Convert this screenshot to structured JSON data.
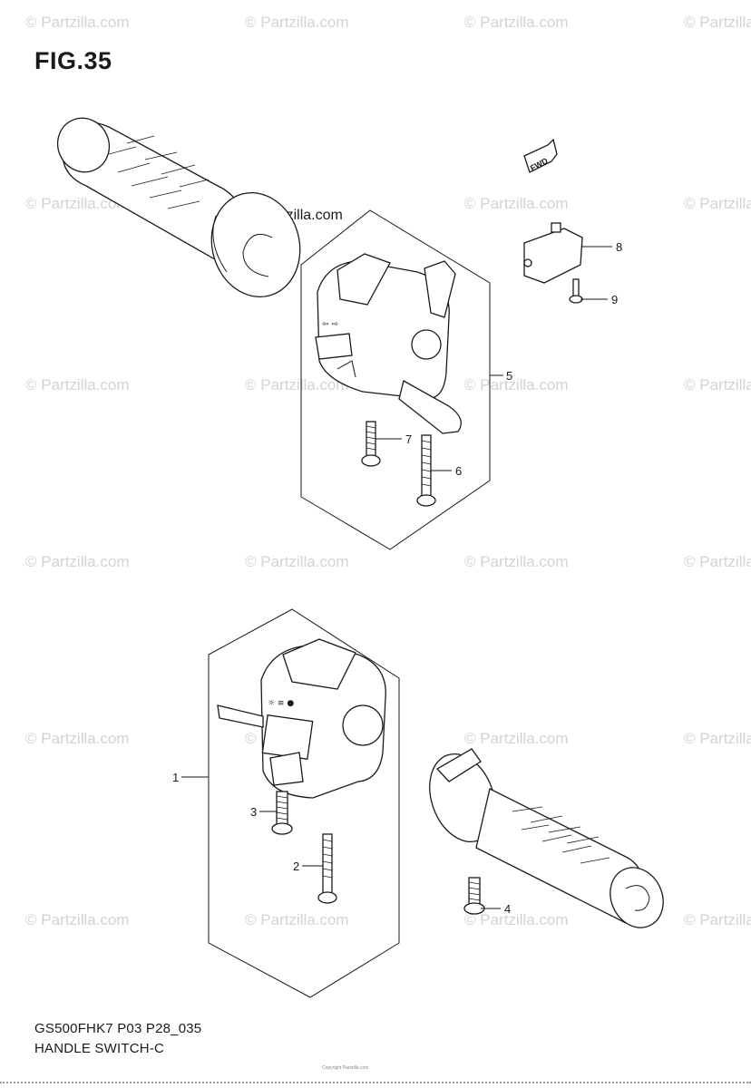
{
  "figure": {
    "title": "FIG.35",
    "model_code": "GS500FHK7 P03 P28_035",
    "section_name": "HANDLE SWITCH-C",
    "copyright_center": "© Partzilla.com",
    "copyright_small": "Copyright Partzilla.com"
  },
  "watermark": {
    "text": "© Partzilla.com",
    "color": "#d3d3d3"
  },
  "direction_tag": {
    "label": "FWD"
  },
  "callouts": [
    {
      "number": "1"
    },
    {
      "number": "2"
    },
    {
      "number": "3"
    },
    {
      "number": "4"
    },
    {
      "number": "5"
    },
    {
      "number": "6"
    },
    {
      "number": "7"
    },
    {
      "number": "8"
    },
    {
      "number": "9"
    }
  ]
}
